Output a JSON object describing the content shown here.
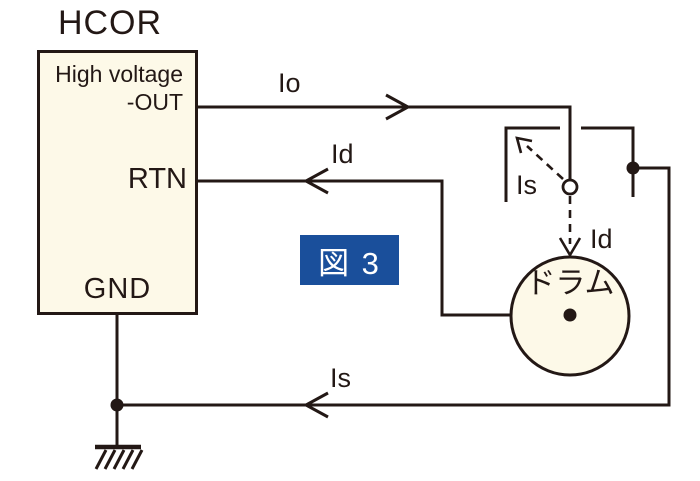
{
  "hcor_block": {
    "title": "HCOR",
    "output_label_line1": "High voltage",
    "output_label_line2": "-OUT",
    "rtn_label": "RTN",
    "gnd_label": "GND"
  },
  "currents": {
    "io": "Io",
    "id_return": "Id",
    "is_return": "Is",
    "is_branch": "Is",
    "id_branch": "Id"
  },
  "drum": {
    "label": "ドラム"
  },
  "figure_badge": {
    "label": "図 3"
  },
  "colors": {
    "line": "#231815",
    "component_fill": "#fdf9e8",
    "badge_background": "#1a4f9b",
    "badge_text": "#ffffff",
    "background": "#ffffff"
  }
}
